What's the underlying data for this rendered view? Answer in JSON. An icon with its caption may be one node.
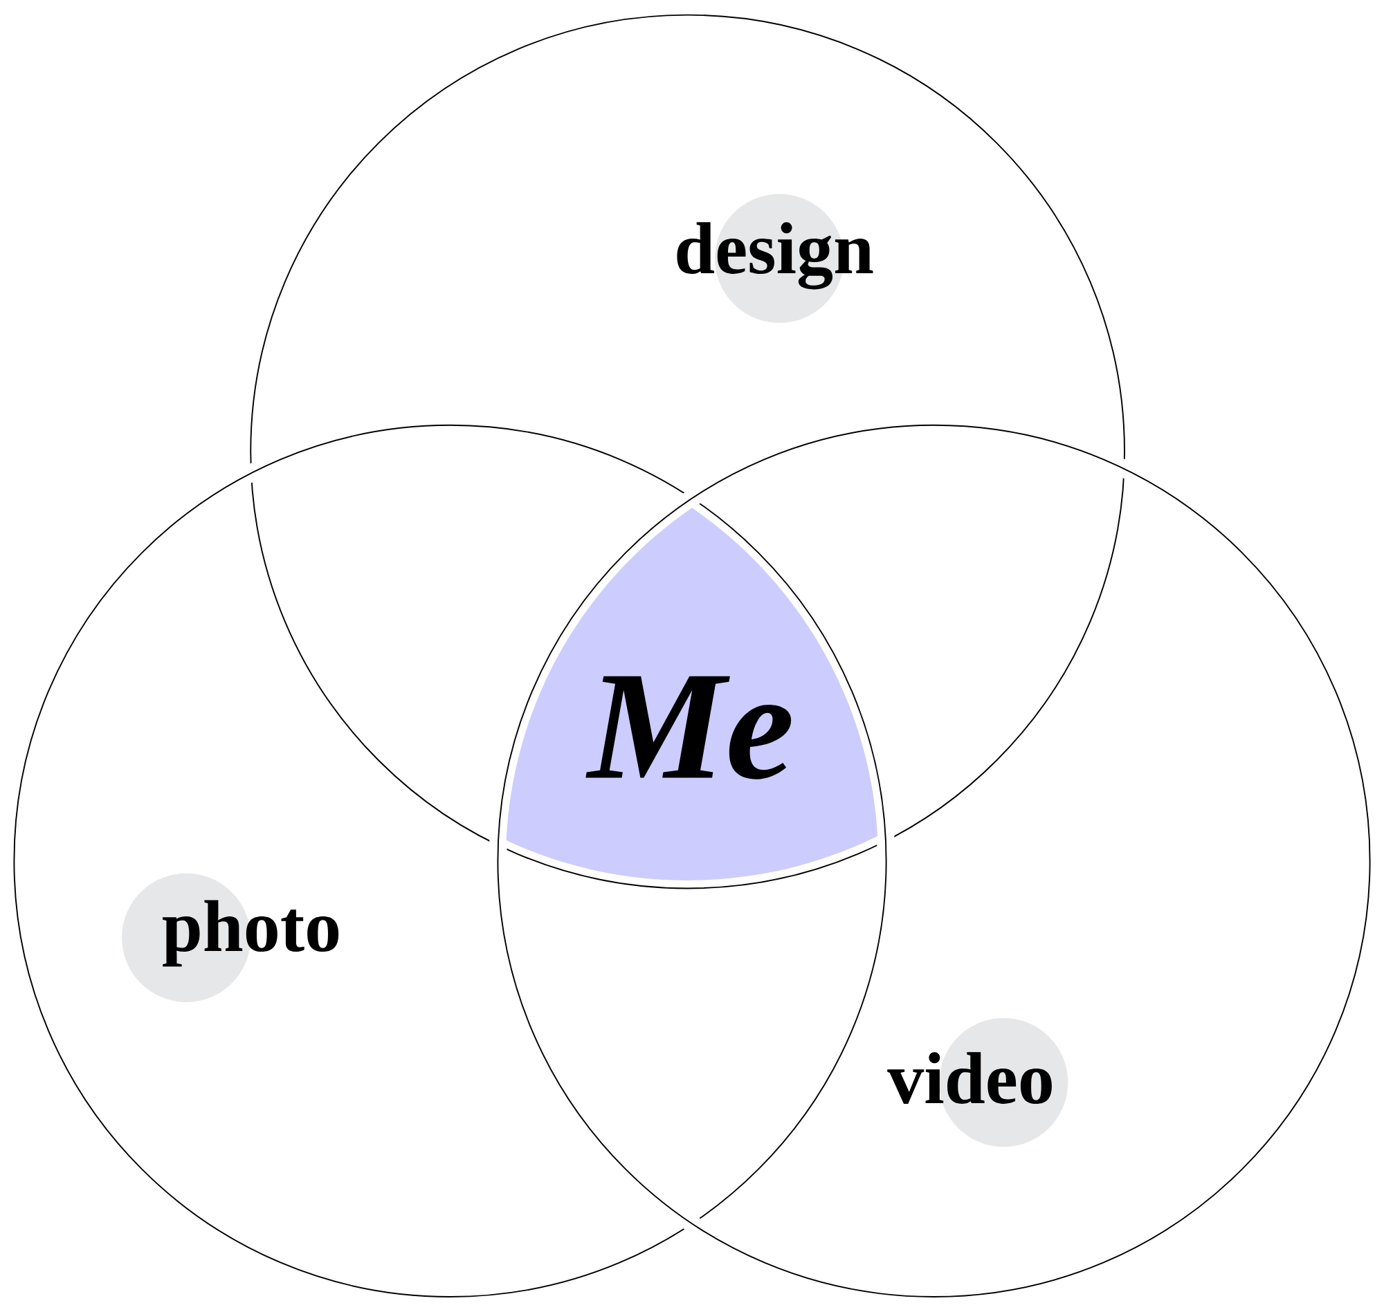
{
  "diagram": {
    "nodes": [
      {
        "text": [
          "design"
        ]
      },
      {
        "text": [
          "photo"
        ]
      },
      {
        "text": [
          "video"
        ]
      },
      {
        "text": [
          "Me"
        ]
      }
    ],
    "edges": []
  }
}
